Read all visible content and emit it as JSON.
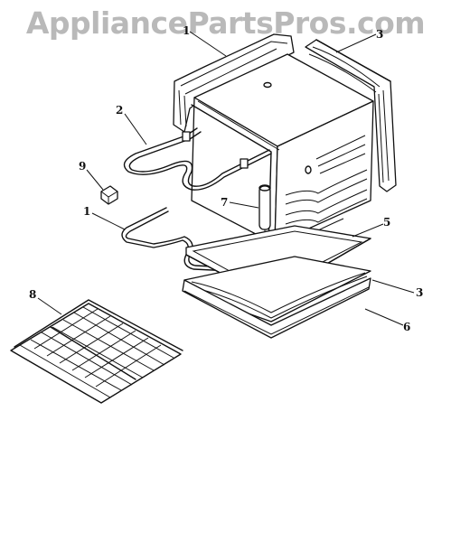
{
  "watermark": "AppliancePartsPros.com",
  "callouts": {
    "c_top_insulation": "1",
    "c_side_insulation": "3",
    "c_broil_element": "2",
    "c_clip": "9",
    "c_bake_element": "1",
    "c_sensor": "7",
    "c_bottom_panel": "5",
    "c_bottom_insulation": "3",
    "c_bottom_tray": "6",
    "c_oven_rack": "8"
  },
  "colors": {
    "line": "#111111",
    "watermark": "#b9b9b9",
    "background": "#ffffff"
  }
}
